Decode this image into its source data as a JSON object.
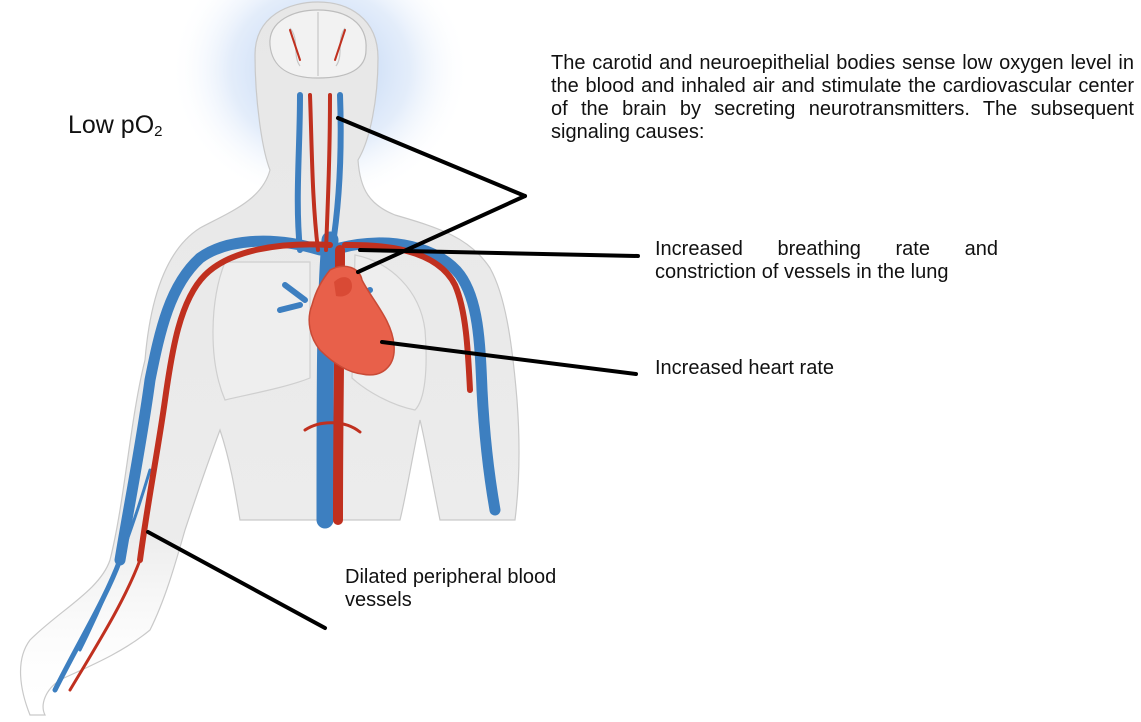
{
  "condition_label": {
    "prefix": "Low pO",
    "subscript": "2"
  },
  "intro_text": "The carotid and neuroepithelial bodies sense low oxygen level in the blood and inhaled air and stimulate the cardiovascular center of the brain by secreting neurotransmitters. The subsequent signaling causes:",
  "effects": {
    "lungs": "Increased breathing rate and constriction of vessels in the lung",
    "heart": "Increased heart rate",
    "peripheral": "Dilated peripheral blood vessels"
  },
  "colors": {
    "artery": "#c0301f",
    "vein": "#3d7fc0",
    "heart": "#e8604a",
    "body": "#dcdcdc",
    "glow": "#a9c6f0",
    "leader_line": "#000000"
  }
}
